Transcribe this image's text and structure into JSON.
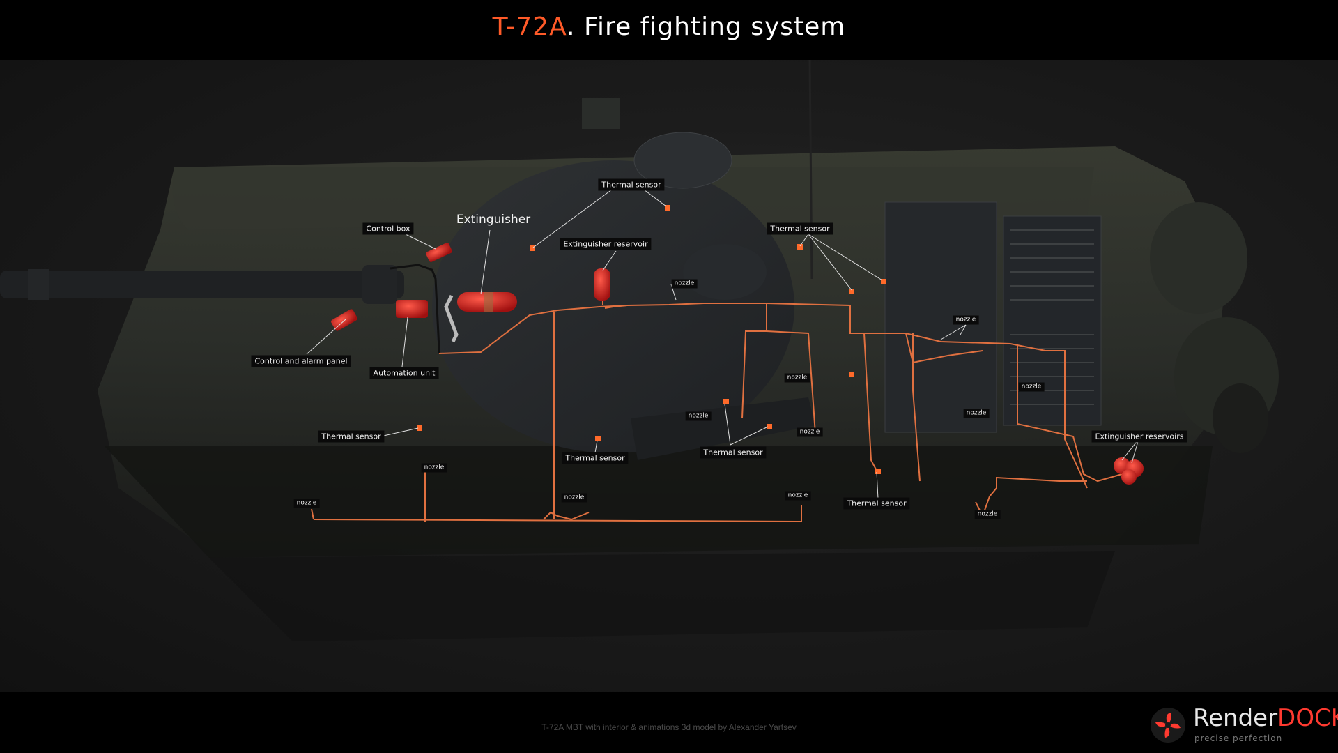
{
  "header": {
    "title_model": "T-72A",
    "title_rest": ". Fire fighting system"
  },
  "labels": {
    "control_box": "Control box",
    "extinguisher": "Extinguisher",
    "thermal_sensor": "Thermal sensor",
    "extinguisher_reservoir": "Extinguisher reservoir",
    "nozzle": "nozzle",
    "control_and_alarm_panel": "Control and alarm panel",
    "automation_unit": "Automation unit",
    "extinguisher_reservoirs": "Extinguisher reservoirs"
  },
  "footer": {
    "credit": "T-72A MBT with interior & animations 3d model by Alexander Yartsev",
    "logo_name_a": "Render",
    "logo_name_b": "DOCK",
    "logo_tagline": "precise perfection"
  },
  "colors": {
    "accent": "#ff5a28",
    "pipe": "#e07040",
    "component_red": "#d42020",
    "logo_red": "#ff3a30"
  }
}
